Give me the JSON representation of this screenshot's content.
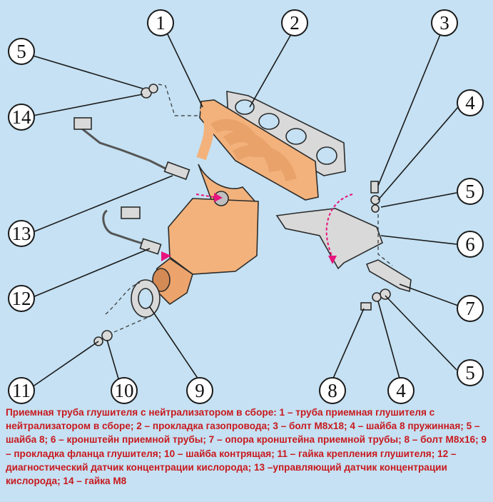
{
  "colors": {
    "background": "#c5e1f3",
    "caption_text": "#c8191e",
    "part_fill": "#f3b27c",
    "arrow": "#e8137c"
  },
  "callouts": [
    {
      "id": "c1",
      "label": "1"
    },
    {
      "id": "c2",
      "label": "2"
    },
    {
      "id": "c3",
      "label": "3"
    },
    {
      "id": "c4a",
      "label": "4"
    },
    {
      "id": "c5a",
      "label": "5"
    },
    {
      "id": "c14",
      "label": "14"
    },
    {
      "id": "c5b",
      "label": "5"
    },
    {
      "id": "c6",
      "label": "6"
    },
    {
      "id": "c13",
      "label": "13"
    },
    {
      "id": "c12",
      "label": "12"
    },
    {
      "id": "c7",
      "label": "7"
    },
    {
      "id": "c5c",
      "label": "5"
    },
    {
      "id": "c11",
      "label": "11"
    },
    {
      "id": "c10",
      "label": "10"
    },
    {
      "id": "c9",
      "label": "9"
    },
    {
      "id": "c8",
      "label": "8"
    },
    {
      "id": "c4b",
      "label": "4"
    }
  ],
  "caption": "Приемная труба глушителя с нейтрализатором в сборе: 1 – труба приемная глушителя с нейтрализатором в сборе; 2 – прокладка газопровода; 3 – болт М8x18; 4 – шайба 8 пружинная; 5 – шайба 8; 6 – кронштейн приемной трубы; 7 – опора кронштейна приемной трубы; 8 – болт М8x16; 9 – прокладка фланца глушителя; 10 – шайба контрящая; 11 – гайка крепления глушителя; 12 – диагностический датчик концентрации кислорода; 13 –управляющий датчик концентрации кислорода; 14 – гайка М8"
}
